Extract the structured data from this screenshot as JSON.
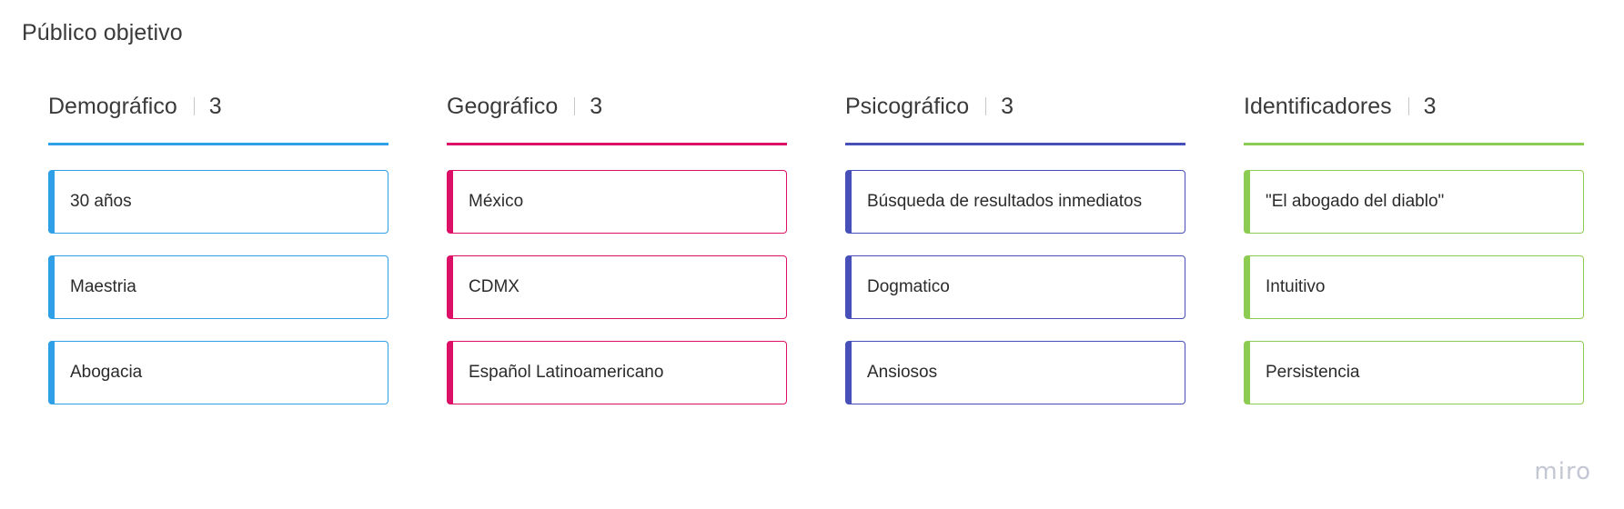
{
  "board": {
    "title": "Público objetivo"
  },
  "columns": [
    {
      "title": "Demográfico",
      "count": "3",
      "color": "#2f9fe8",
      "cards": [
        "30 años",
        "Maestria",
        "Abogacia"
      ]
    },
    {
      "title": "Geográfico",
      "count": "3",
      "color": "#dd1067",
      "cards": [
        "México",
        "CDMX",
        "Español Latinoamericano"
      ]
    },
    {
      "title": "Psicográfico",
      "count": "3",
      "color": "#4750b8",
      "cards": [
        "Búsqueda de resultados inmediatos",
        "Dogmatico",
        "Ansiosos"
      ]
    },
    {
      "title": "Identificadores",
      "count": "3",
      "color": "#8ccc52",
      "cards": [
        "\"El abogado del diablo\"",
        "Intuitivo",
        "Persistencia"
      ]
    }
  ],
  "watermark": {
    "text": "miro"
  }
}
